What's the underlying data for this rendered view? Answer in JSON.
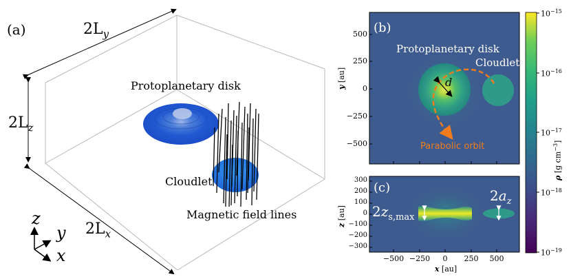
{
  "panel_a": {
    "panel_label": "(a)",
    "dim_y": "2L",
    "dim_y_sub": "y",
    "dim_z": "2L",
    "dim_z_sub": "z",
    "dim_x": "2L",
    "dim_x_sub": "x",
    "disk_label": "Protoplanetary disk",
    "cloudlet_label": "Cloudlet",
    "field_label": "Magnetic field lines",
    "axis_z": "z",
    "axis_y": "y",
    "axis_x": "x",
    "colors": {
      "disk": "#2f6fe0",
      "cloudlet": "#2a86ee",
      "field": "#000000",
      "box": "#b8b8b8"
    }
  },
  "panel_b": {
    "panel_label": "(b)",
    "disk_label": "Protoplanetary disk",
    "cloudlet_label": "Cloudlet",
    "d_label": "d",
    "orbit_label": "Parabolic orbit",
    "y_label": "y",
    "y_unit": "[au]",
    "y_ticks": [
      "500",
      "250",
      "0",
      "−250",
      "−500"
    ],
    "colors": {
      "orbit": "#f07c1d",
      "background": "#3e5b8f"
    }
  },
  "panel_c": {
    "panel_label": "(c)",
    "zmax_label": "2z",
    "zmax_sub": "s,max",
    "az_label": "2a",
    "az_sub": "z",
    "z_label": "z",
    "z_unit": "[au]",
    "z_ticks": [
      "300",
      "200",
      "100",
      "0",
      "−100",
      "−200",
      "−300"
    ],
    "x_label": "x",
    "x_unit": "[au]",
    "x_ticks": [
      "−500",
      "−250",
      "0",
      "250",
      "500"
    ]
  },
  "colorbar": {
    "label": "ρ",
    "unit": "[g cm",
    "unit_exp": "−3",
    "unit_close": "]",
    "ticks": [
      {
        "base": "10",
        "exp": "−15"
      },
      {
        "base": "10",
        "exp": "−16"
      },
      {
        "base": "10",
        "exp": "−17"
      },
      {
        "base": "10",
        "exp": "−18"
      },
      {
        "base": "10",
        "exp": "−19"
      }
    ],
    "colormap": "viridis"
  }
}
